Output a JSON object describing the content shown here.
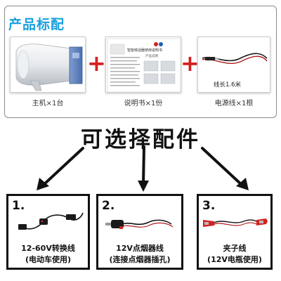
{
  "standard": {
    "title": "产品标配",
    "items": [
      {
        "caption": "主机×1台"
      },
      {
        "caption": "说明书×1份",
        "manual_title": "智能喊话器使用说明书",
        "manual_brand": "产品说明"
      },
      {
        "caption": "电源线×1根",
        "length_label": "线长1.6米"
      }
    ],
    "plus_symbol": "+"
  },
  "optional": {
    "heading": "可选择配件",
    "items": [
      {
        "number": "1.",
        "line1": "12-60V转换线",
        "line2": "(电动车使用)"
      },
      {
        "number": "2.",
        "line1": "12V点烟器线",
        "line2": "(连接点烟器插孔)"
      },
      {
        "number": "3.",
        "line1": "夹子线",
        "line2": "(12V电瓶使用)"
      }
    ]
  },
  "colors": {
    "title_blue": "#1aa0df",
    "plus_red": "#d62020",
    "accent_red": "#d62020"
  }
}
